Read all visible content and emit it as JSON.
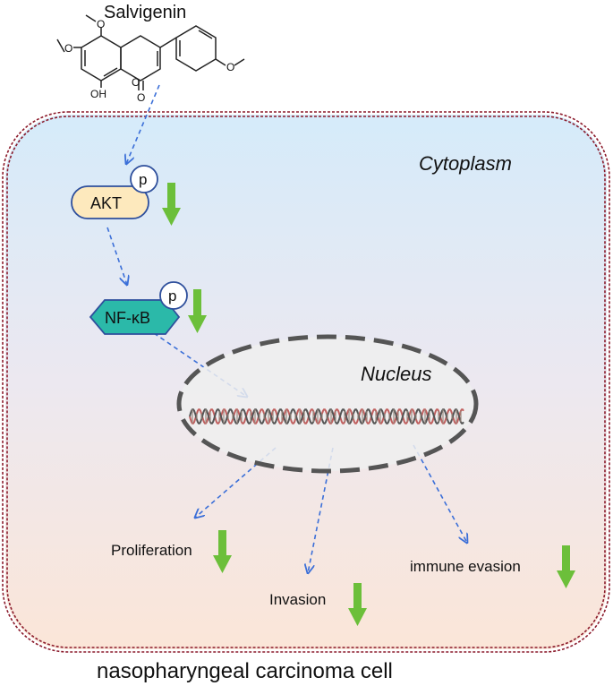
{
  "labels": {
    "compound": "Salvigenin",
    "cytoplasm": "Cytoplasm",
    "nucleus": "Nucleus",
    "akt": "AKT",
    "nfkb": "NF-κB",
    "phospho": "p",
    "proliferation": "Proliferation",
    "invasion": "Invasion",
    "immune_evasion": "immune evasion",
    "cell": "nasopharyngeal carcinoma cell"
  },
  "molecule_labels": {
    "methoxy": "O",
    "hydroxyl": "OH",
    "carbonyl": "O"
  },
  "colors": {
    "membrane": "#8b1a2b",
    "arrow_dashed": "#3b6fd8",
    "down_arrow": "#6cbf3a",
    "akt_fill": "#fde9bd",
    "nfkb_fill": "#2bb9a9",
    "nucleus_fill": "#efefef",
    "nucleus_border": "#555555"
  },
  "effects": {
    "akt_phosphorylation": "down",
    "nfkb_phosphorylation": "down",
    "proliferation": "down",
    "invasion": "down",
    "immune_evasion": "down"
  }
}
